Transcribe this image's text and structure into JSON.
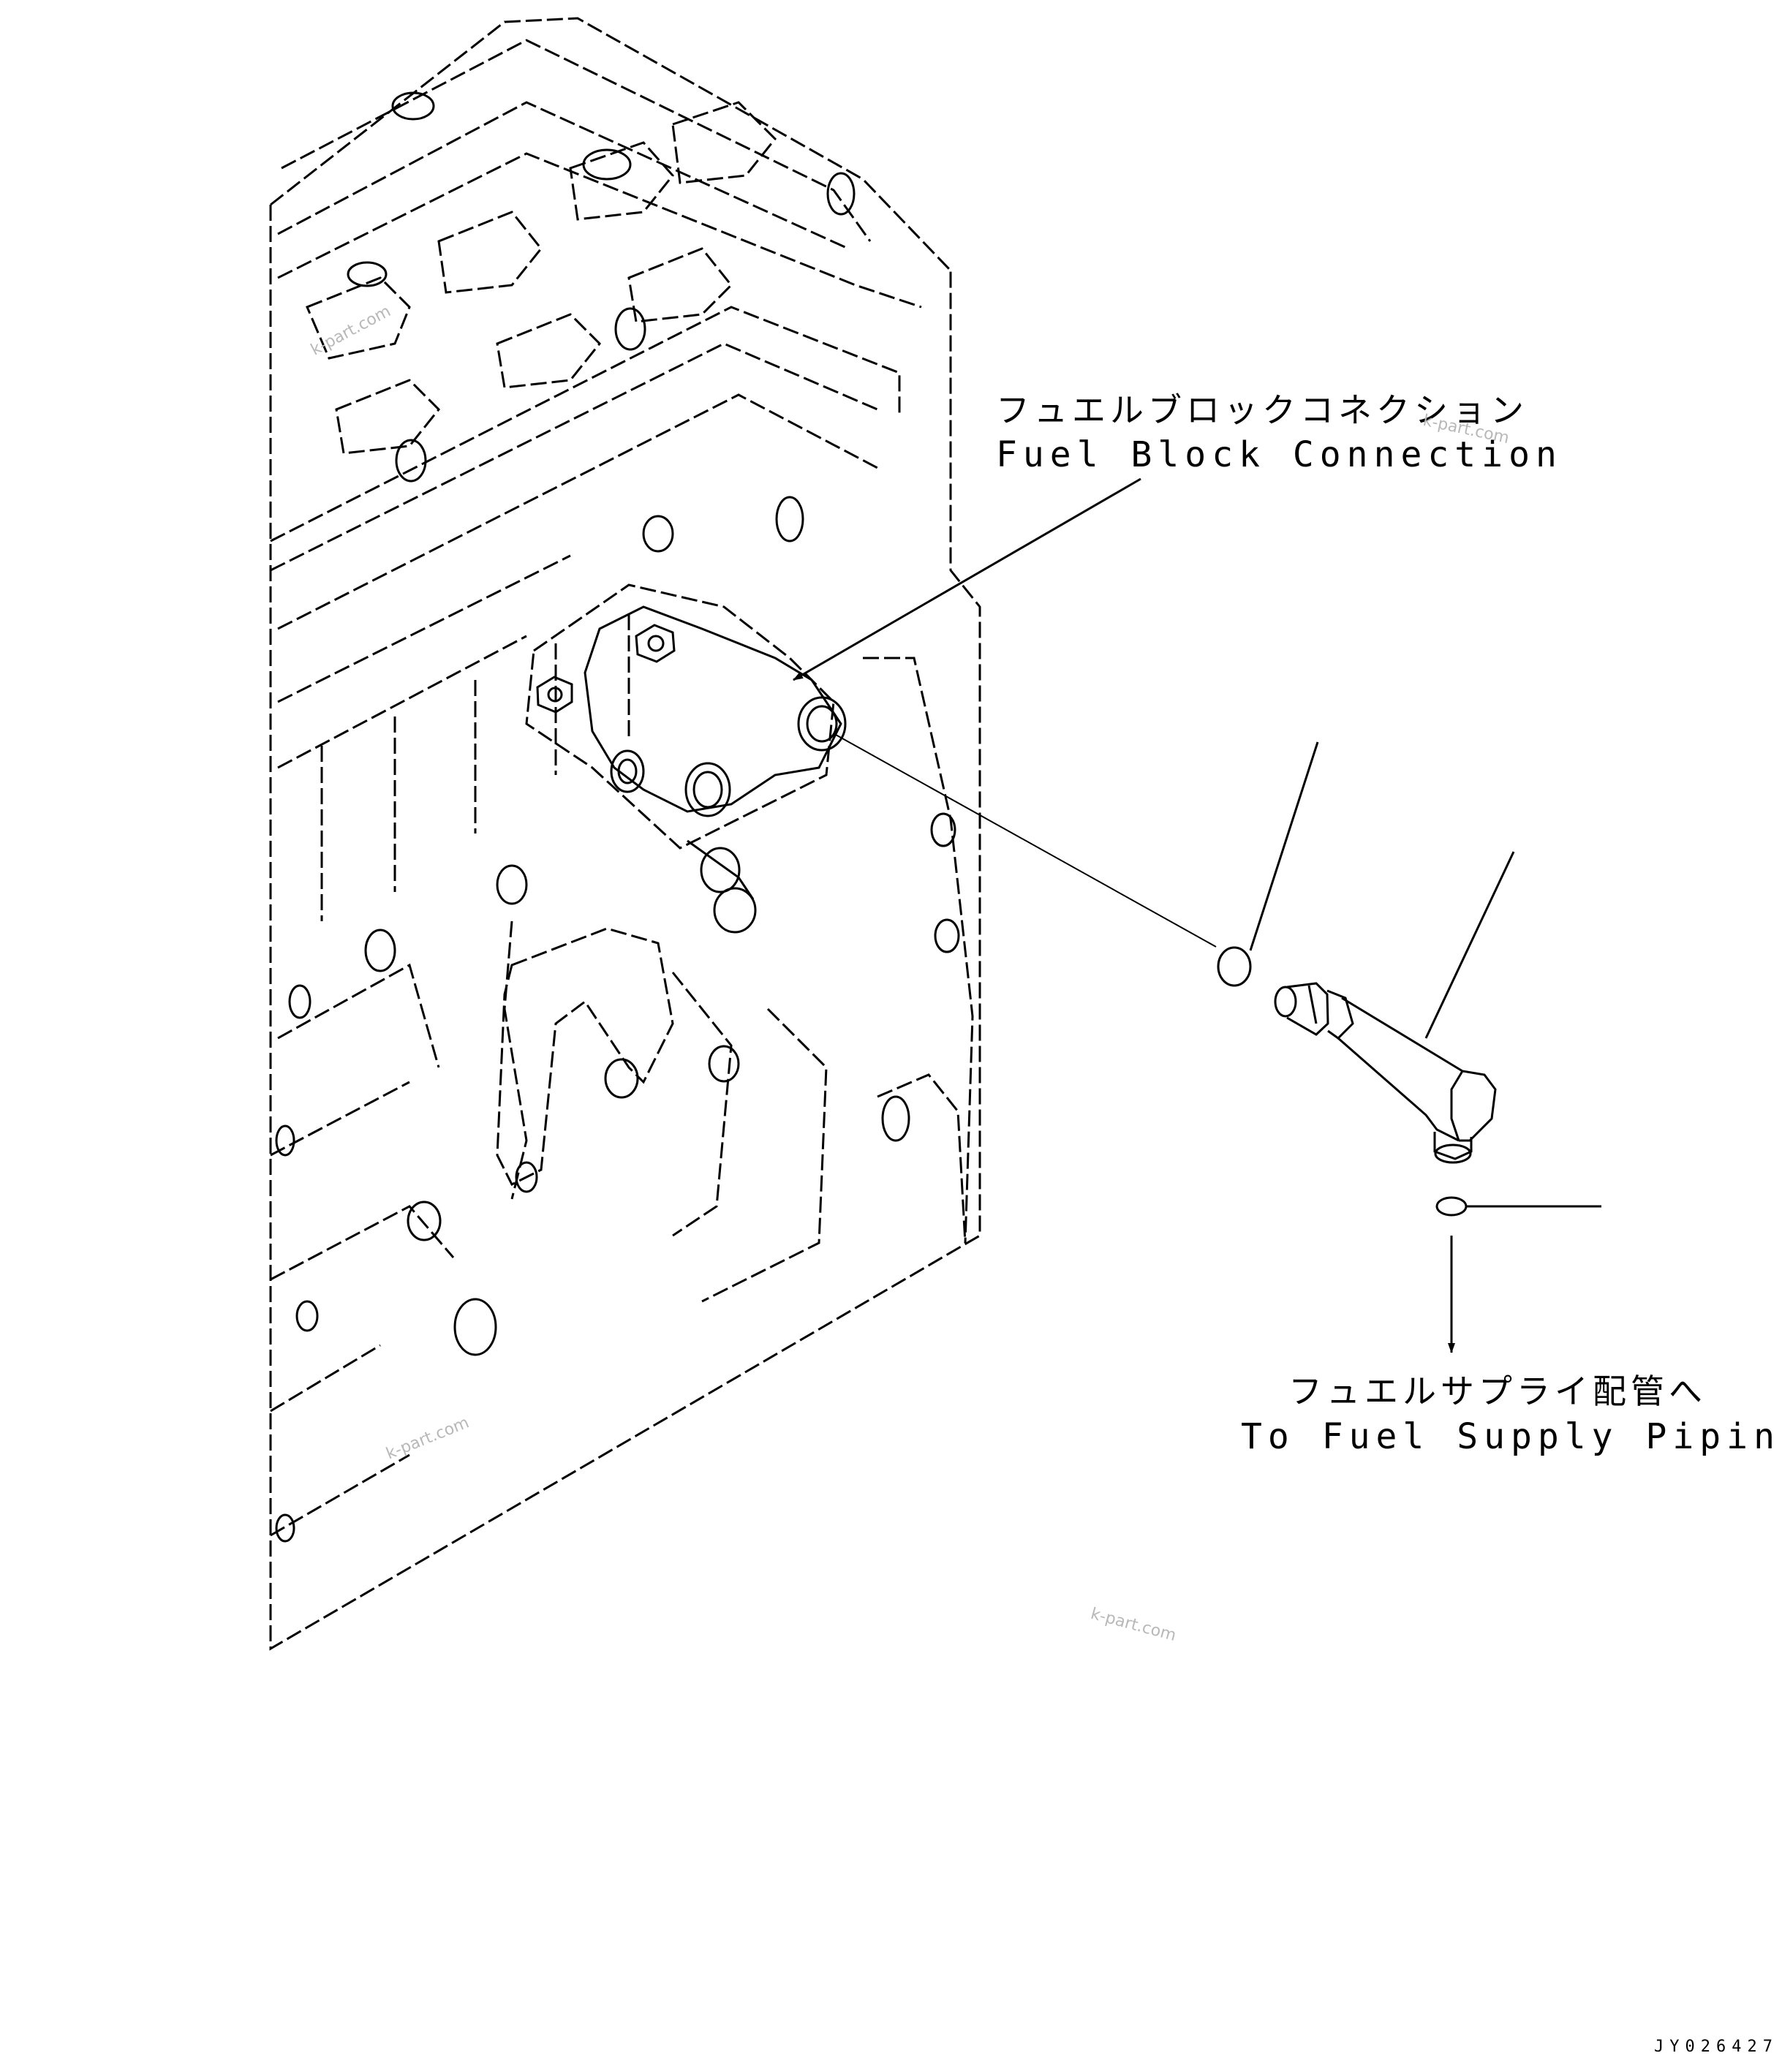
{
  "callouts": {
    "fuel_block_connection": {
      "jp": "フュエルブロックコネクション",
      "en": "Fuel Block Connection"
    },
    "to_fuel_supply_piping": {
      "jp": "フュエルサプライ配管へ",
      "en": "To Fuel Supply Piping"
    }
  },
  "watermarks": [
    "k-part.com",
    "k-part.com",
    "k-part.com",
    "k-part.com"
  ],
  "drawing_code": "JY026427",
  "parts": [
    "engine-block",
    "fuel-block",
    "o-ring",
    "elbow-fitting",
    "o-ring-lower"
  ]
}
